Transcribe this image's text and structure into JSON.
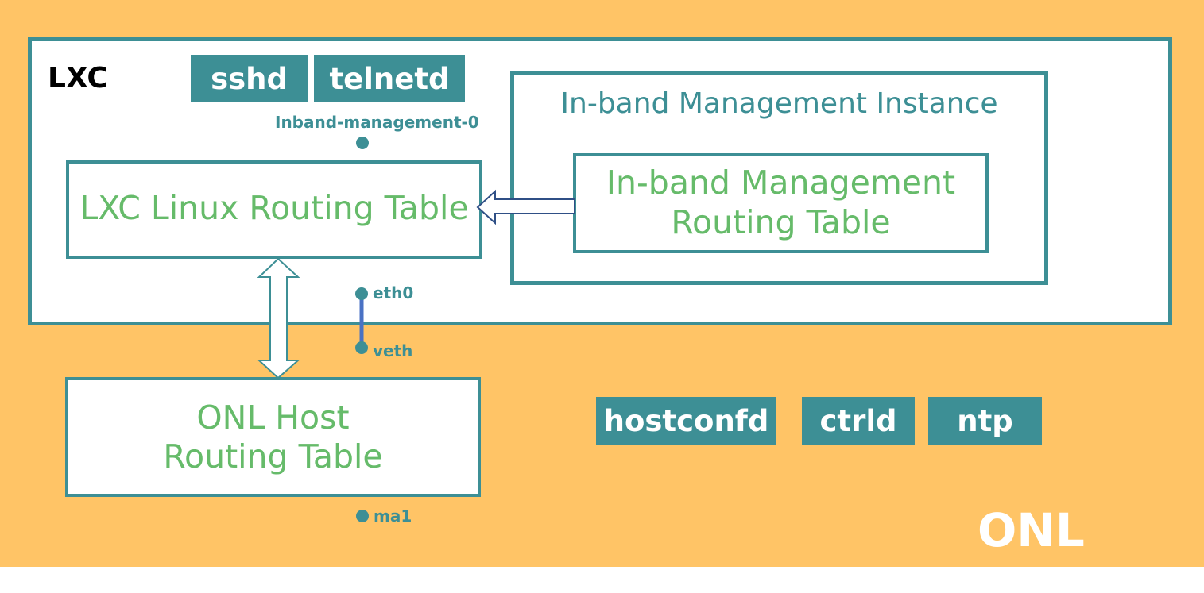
{
  "diagram": {
    "onl_label": "ONL",
    "lxc_label": "LXC",
    "services_lxc": [
      {
        "id": "sshd",
        "label": "sshd"
      },
      {
        "id": "telnetd",
        "label": "telnetd"
      }
    ],
    "services_onl": [
      {
        "id": "hostconfd",
        "label": "hostconfd"
      },
      {
        "id": "ctrld",
        "label": "ctrld"
      },
      {
        "id": "ntp",
        "label": "ntp"
      }
    ],
    "interfaces": {
      "inband": "Inband-management-0",
      "eth0": "eth0",
      "veth": "veth",
      "ma1": "ma1"
    },
    "lxc_routing_table": "LXC Linux Routing Table",
    "inband_instance": "In-band Management Instance",
    "inband_routing_table_line1": "In-band Management",
    "inband_routing_table_line2": "Routing Table",
    "onl_routing_table_line1": "ONL Host",
    "onl_routing_table_line2": "Routing Table",
    "colors": {
      "background": "#ffc466",
      "teal": "#3d8f95",
      "green_text": "#66bb6a",
      "veth_link": "#4a72c4",
      "arrow_outline": "#2f4f86"
    }
  }
}
